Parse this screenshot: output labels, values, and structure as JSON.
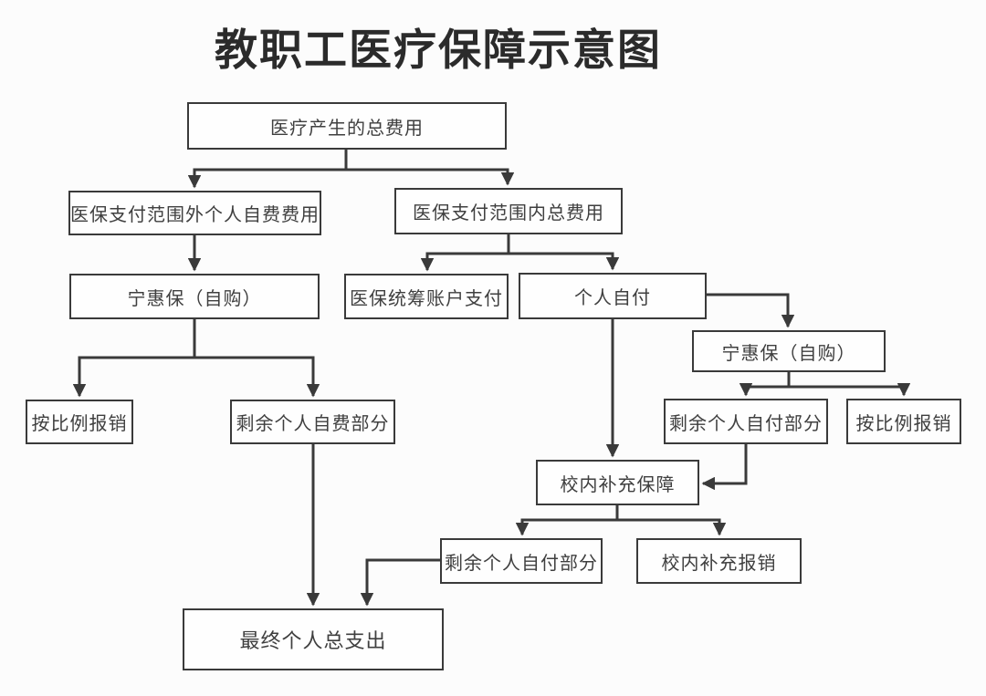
{
  "title": "教职工医疗保障示意图",
  "diagram": {
    "nodes": {
      "total_cost": {
        "label": "医疗产生的总费用"
      },
      "out_of_scope_self_pay": {
        "label": "医保支付范围外个人自费费用"
      },
      "in_scope_total": {
        "label": "医保支付范围内总费用"
      },
      "ninghuibao_left": {
        "label": "宁惠保（自购）"
      },
      "pooled_account": {
        "label": "医保统筹账户支付"
      },
      "personal_pay": {
        "label": "个人自付"
      },
      "ninghuibao_right": {
        "label": "宁惠保（自购）"
      },
      "proportional_left": {
        "label": "按比例报销"
      },
      "remaining_self_fee": {
        "label": "剩余个人自费部分"
      },
      "remaining_self_pay_right": {
        "label": "剩余个人自付部分"
      },
      "proportional_right": {
        "label": "按比例报销"
      },
      "campus_supplement": {
        "label": "校内补充保障"
      },
      "remaining_self_pay_bottom": {
        "label": "剩余个人自付部分"
      },
      "campus_reimburse": {
        "label": "校内补充报销"
      },
      "final_total": {
        "label": "最终个人总支出"
      }
    },
    "edges": [
      {
        "from": "total_cost",
        "to": "out_of_scope_self_pay"
      },
      {
        "from": "total_cost",
        "to": "in_scope_total"
      },
      {
        "from": "out_of_scope_self_pay",
        "to": "ninghuibao_left"
      },
      {
        "from": "in_scope_total",
        "to": "pooled_account"
      },
      {
        "from": "in_scope_total",
        "to": "personal_pay"
      },
      {
        "from": "ninghuibao_left",
        "to": "proportional_left"
      },
      {
        "from": "ninghuibao_left",
        "to": "remaining_self_fee"
      },
      {
        "from": "personal_pay",
        "to": "ninghuibao_right"
      },
      {
        "from": "personal_pay",
        "to": "campus_supplement"
      },
      {
        "from": "ninghuibao_right",
        "to": "remaining_self_pay_right"
      },
      {
        "from": "ninghuibao_right",
        "to": "proportional_right"
      },
      {
        "from": "remaining_self_pay_right",
        "to": "campus_supplement"
      },
      {
        "from": "campus_supplement",
        "to": "remaining_self_pay_bottom"
      },
      {
        "from": "campus_supplement",
        "to": "campus_reimburse"
      },
      {
        "from": "remaining_self_fee",
        "to": "final_total"
      },
      {
        "from": "remaining_self_pay_bottom",
        "to": "final_total"
      }
    ],
    "colors": {
      "background": "#fcfcfc",
      "line": "#3a3a3a",
      "box_border": "#3a3a3a",
      "box_fill": "#fefefe",
      "text": "#3f3f3f",
      "title_text": "#2b2b2b"
    }
  }
}
